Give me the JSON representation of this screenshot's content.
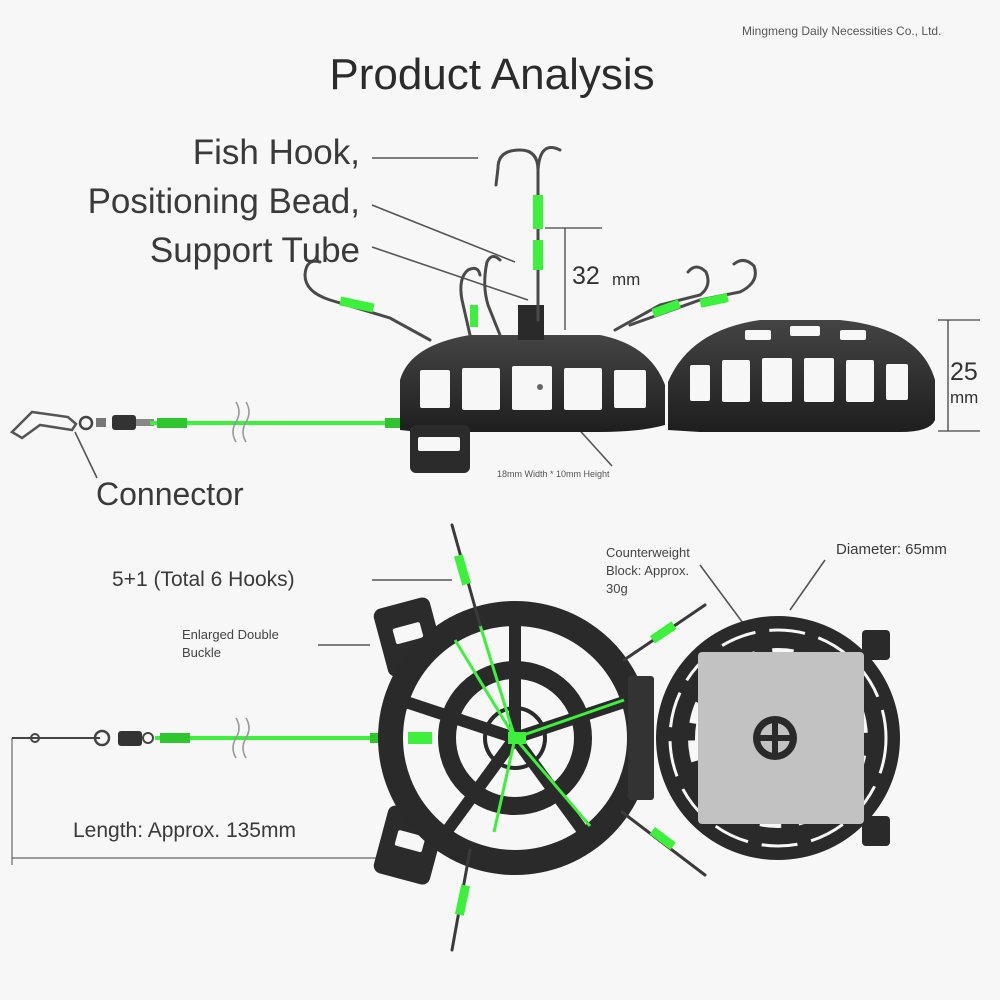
{
  "company": "Mingmeng Daily Necessities Co., Ltd.",
  "title": "Product Analysis",
  "labels": {
    "fish_hook": "Fish Hook,",
    "positioning_bead": "Positioning Bead,",
    "support_tube": "Support Tube",
    "connector": "Connector",
    "hooks_total": "5+1 (Total 6 Hooks)",
    "buckle_line1": "Enlarged Double",
    "buckle_line2": "Buckle",
    "counterweight_line1": "Counterweight",
    "counterweight_line2": "Block: Approx.",
    "counterweight_line3": "30g",
    "diameter": "Diameter: 65mm",
    "window_size": "18mm Width * 10mm Height",
    "length": "Length: Approx. 135mm"
  },
  "dimensions": {
    "hook_height_value": "32",
    "hook_height_unit": "mm",
    "cage_height_value": "25",
    "cage_height_unit": "mm"
  },
  "colors": {
    "line_green": "#3cf03c",
    "cage_black": "#2a2a2a",
    "counterweight_gray": "#c2c2c2",
    "leader_line": "#555555"
  }
}
